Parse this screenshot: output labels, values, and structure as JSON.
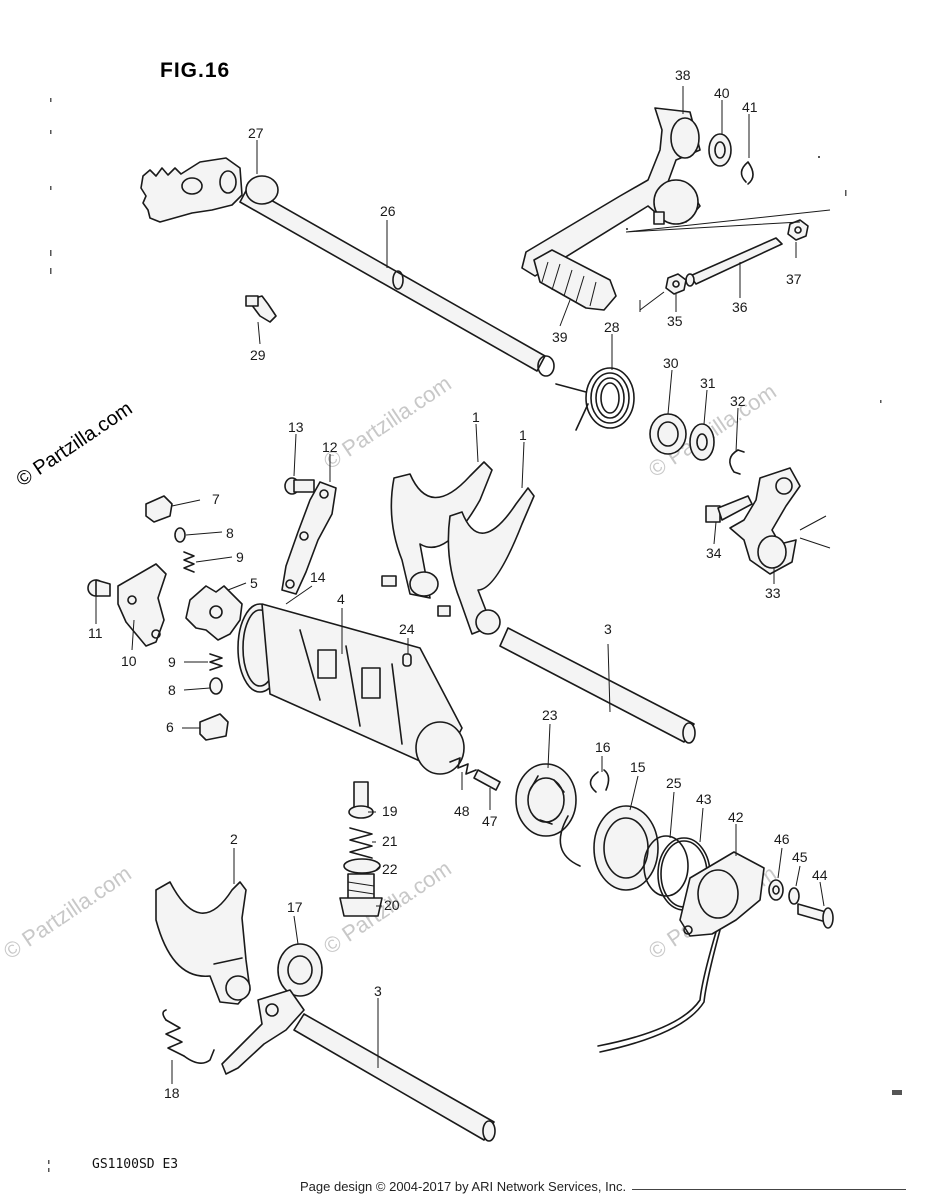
{
  "diagram": {
    "figure_label": "FIG.16",
    "model_code": "GS1100SD E3",
    "watermarks": {
      "main": "© Partzilla.com",
      "faint": "© Partzilla.com"
    },
    "footer": "Page design © 2004-2017 by ARI Network Services, Inc.",
    "callouts": {
      "c38": "38",
      "c40": "40",
      "c41": "41",
      "c27": "27",
      "c26": "26",
      "c37": "37",
      "c36": "36",
      "c35": "35",
      "c39": "39",
      "c28": "28",
      "c29": "29",
      "c30": "30",
      "c31": "31",
      "c32": "32",
      "c13": "13",
      "c12": "12",
      "c1a": "1",
      "c1b": "1",
      "c7": "7",
      "c8a": "8",
      "c9a": "9",
      "c5": "5",
      "c14": "14",
      "c4": "4",
      "c34": "34",
      "c33": "33",
      "c11": "11",
      "c10": "10",
      "c9b": "9",
      "c8b": "8",
      "c24": "24",
      "c3a": "3",
      "c6": "6",
      "c23": "23",
      "c16": "16",
      "c15": "15",
      "c25": "25",
      "c43": "43",
      "c42": "42",
      "c19": "19",
      "c48": "48",
      "c47": "47",
      "c21": "21",
      "c22": "22",
      "c20": "20",
      "c46": "46",
      "c45": "45",
      "c44": "44",
      "c2": "2",
      "c17": "17",
      "c3b": "3",
      "c18": "18"
    }
  }
}
